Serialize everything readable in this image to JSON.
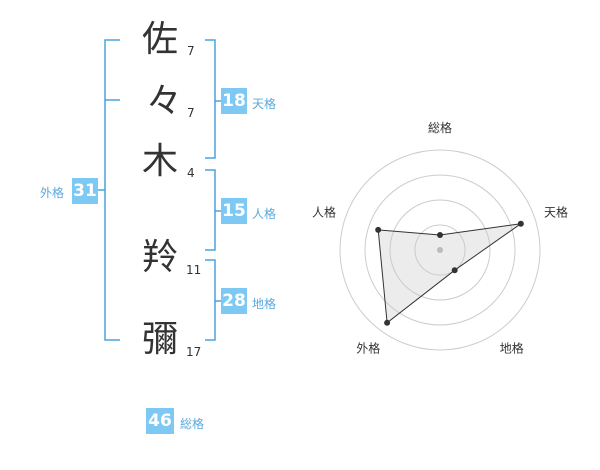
{
  "name": {
    "chars": [
      {
        "char": "佐",
        "strokes": "7"
      },
      {
        "char": "々",
        "strokes": "7"
      },
      {
        "char": "木",
        "strokes": "4"
      },
      {
        "char": "羚",
        "strokes": "11"
      },
      {
        "char": "彌",
        "strokes": "17"
      }
    ]
  },
  "fortune": {
    "tenkaku": {
      "value": "18",
      "label": "天格"
    },
    "jinkaku": {
      "value": "15",
      "label": "人格"
    },
    "chikaku": {
      "value": "28",
      "label": "地格"
    },
    "gaikaku": {
      "value": "31",
      "label": "外格"
    },
    "soukaku": {
      "value": "46",
      "label": "総格"
    }
  },
  "colors": {
    "accent": "#7ec8f4",
    "bracket": "#4aa3df",
    "text": "#333333"
  },
  "chart_data": {
    "type": "radar",
    "axes": [
      "総格",
      "天格",
      "地格",
      "外格",
      "人格"
    ],
    "values": [
      0.15,
      0.85,
      0.25,
      0.9,
      0.65
    ],
    "range": [
      0,
      1
    ],
    "rings": 4
  }
}
